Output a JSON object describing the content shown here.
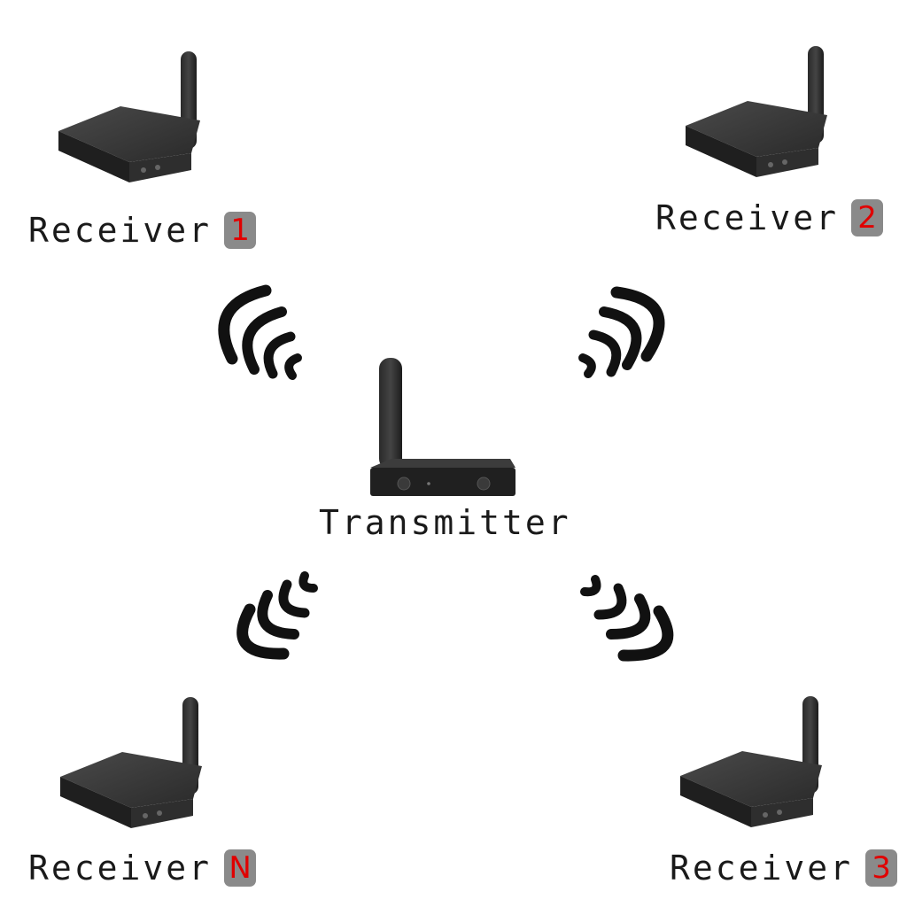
{
  "transmitter": {
    "label": "Transmitter"
  },
  "receivers": [
    {
      "label": "Receiver",
      "badge": "1"
    },
    {
      "label": "Receiver",
      "badge": "2"
    },
    {
      "label": "Receiver",
      "badge": "3"
    },
    {
      "label": "Receiver",
      "badge": "N"
    }
  ],
  "colors": {
    "device_body": "#2b2b2b",
    "device_top": "#3a3a3a",
    "text": "#1a1a1a",
    "badge_bg": "#8a8a8a",
    "badge_text": "#e00000",
    "waves": "#111111"
  }
}
